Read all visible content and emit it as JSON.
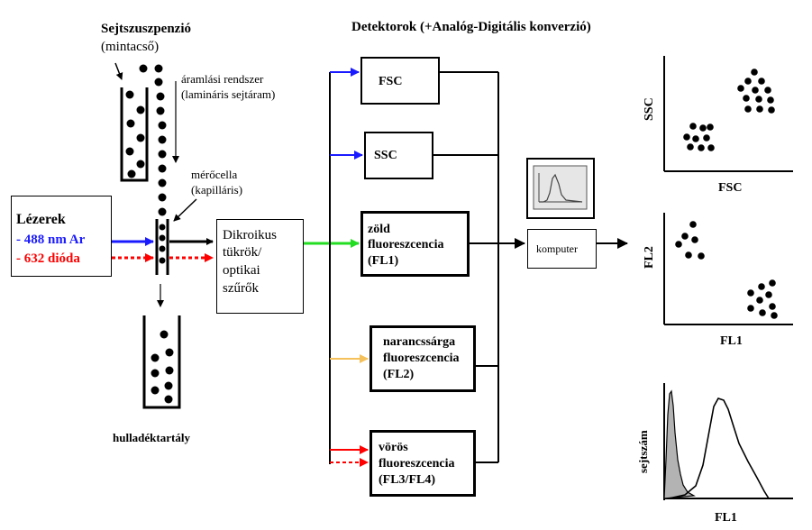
{
  "sample": {
    "title": "Sejtszuszpenzió",
    "subtitle": "(mintacső)"
  },
  "flow": {
    "line1": "áramlási rendszer",
    "line2": "(lamináris sejtáram)"
  },
  "cell": {
    "line1": "mérőcella",
    "line2": "(kapilláris)"
  },
  "lasers": {
    "title": "Lézerek",
    "blue": "- 488 nm Ar",
    "red": "- 632 dióda"
  },
  "waste": "hulladéktartály",
  "dichroic": {
    "line1": "Dikroikus",
    "line2": "tükrök/",
    "line3": "optikai",
    "line4": "szűrők"
  },
  "detectors_title": "Detektorok  (+Analóg-Digitális konverzió)",
  "detectors": {
    "fsc": "FSC",
    "ssc": "SSC",
    "green": {
      "line1": "zöld",
      "line2": "fluoreszcencia",
      "line3": "(FL1)"
    },
    "orange": {
      "line1": "narancssárga",
      "line2": "fluoreszcencia",
      "line3": "(FL2)"
    },
    "red": {
      "line1": "vörös",
      "line2": "fluoreszcencia",
      "line3": "(FL3/FL4)"
    }
  },
  "computer": "komputer",
  "plots": {
    "p1": {
      "xlabel": "FSC",
      "ylabel": "SSC"
    },
    "p2": {
      "xlabel": "FL1",
      "ylabel": "FL2"
    },
    "p3": {
      "xlabel": "FL1",
      "ylabel": "sejtszám"
    }
  },
  "colors": {
    "blue": "#1a1aff",
    "red": "#ff0000",
    "green": "#22dd22",
    "orange": "#f5c15a"
  }
}
